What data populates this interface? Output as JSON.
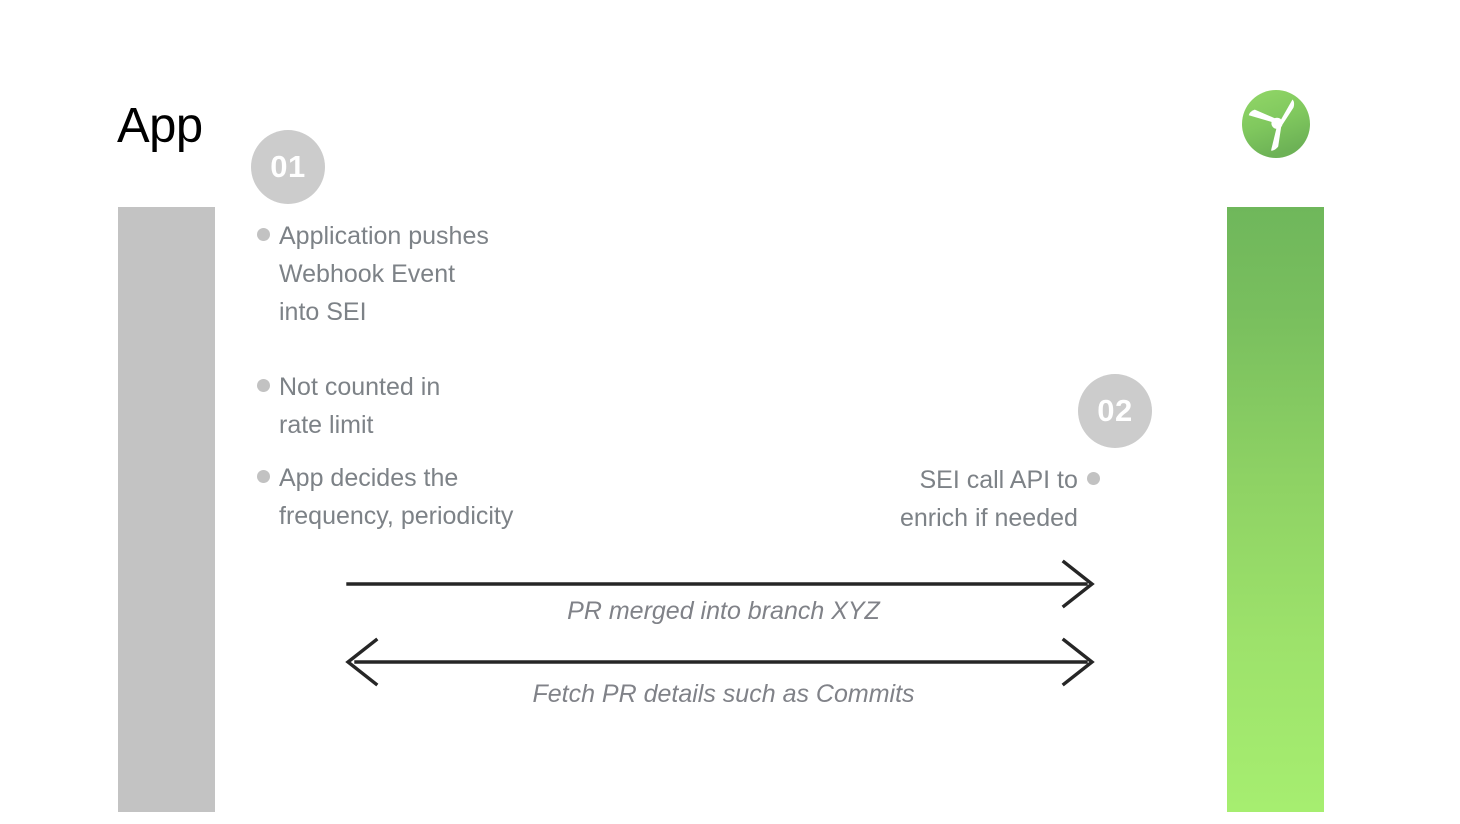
{
  "slide": {
    "title": "App",
    "background_color": "#ffffff"
  },
  "logo": {
    "name": "harness-propeller-logo",
    "circle_color_top": "#8bd060",
    "circle_color_bottom": "#6fb656",
    "blade_color": "#ffffff"
  },
  "lifelines": [
    {
      "name": "app-lifeline",
      "label": "App",
      "color": "#c3c3c3"
    },
    {
      "name": "sei-lifeline",
      "gradient_top": "#6fb75b",
      "gradient_bottom": "#a6ee70"
    }
  ],
  "steps": [
    {
      "number": "01",
      "side": "left",
      "badge_color": "#cccccc",
      "bullets": [
        "Application pushes\nWebhook Event\ninto SEI",
        "Not counted in\nrate limit",
        "App decides the\nfrequency, periodicity"
      ]
    },
    {
      "number": "02",
      "side": "right",
      "badge_color": "#cccccc",
      "bullets": [
        "SEI call API to\nenrich if needed"
      ]
    }
  ],
  "arrows": [
    {
      "name": "pr-merged-arrow",
      "label": "PR merged into branch XYZ",
      "direction": "right",
      "color": "#262626"
    },
    {
      "name": "fetch-pr-details-arrow",
      "label": "Fetch PR details such as Commits",
      "direction": "both",
      "color": "#262626"
    }
  ],
  "colors": {
    "bullet_text": "#7d8287",
    "bullet_dot": "#c2c2c2",
    "arrow_label": "#808288",
    "title": "#000000"
  }
}
